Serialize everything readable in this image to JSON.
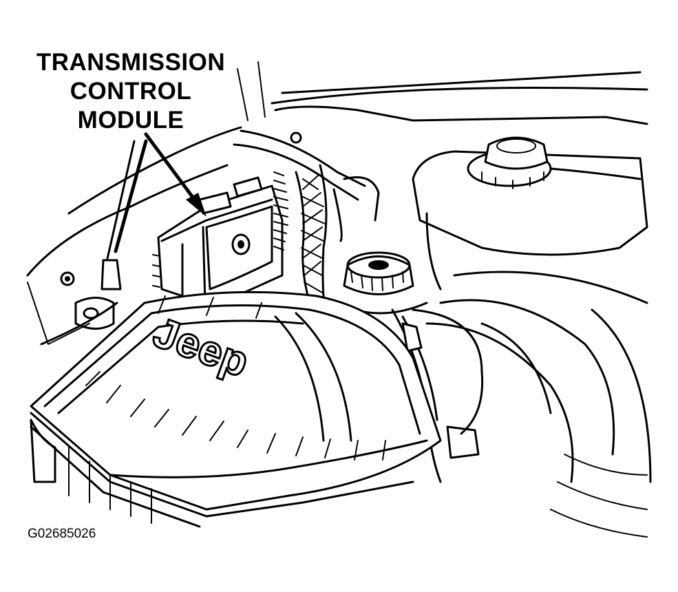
{
  "callout": {
    "lines": [
      "TRANSMISSION",
      "CONTROL",
      "MODULE"
    ]
  },
  "cover_emblem": "Jeep",
  "figure_id": "G02685026",
  "icons": {
    "pointer": "arrow-pointer-icon"
  }
}
